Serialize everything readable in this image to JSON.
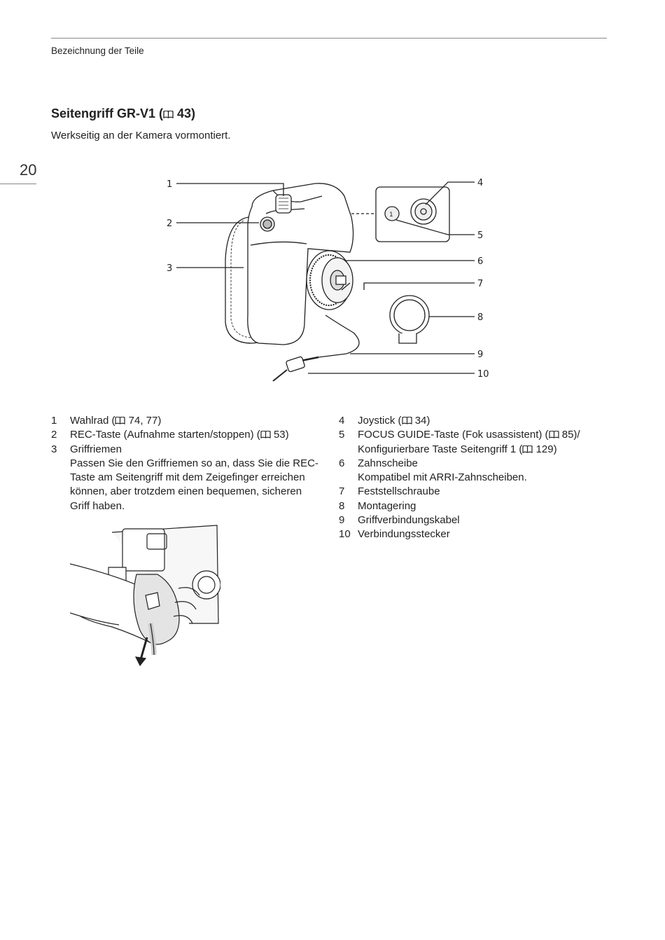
{
  "header": {
    "running_title": "Bezeichnung der Teile",
    "page_number": "20"
  },
  "section": {
    "title_prefix": "Seitengriff GR-V1 (",
    "title_ref": "43)",
    "subtitle": "Werkseitig an der Kamera vormontiert."
  },
  "figure_callouts": [
    "1",
    "2",
    "3",
    "4",
    "5",
    "6",
    "7",
    "8",
    "9",
    "10"
  ],
  "figure_inset_button_label": "1",
  "parts_left": [
    {
      "num": "1",
      "pre": "Wahlrad (",
      "ref": "74, 77)"
    },
    {
      "num": "2",
      "pre": "REC-Taste (Aufnahme starten/stoppen) (",
      "ref": "53)"
    },
    {
      "num": "3",
      "pre": "Griffriemen",
      "ref": "",
      "note": "Passen Sie den Griffriemen so an, dass Sie die REC-Taste am Seitengriff mit dem Zeigefinger erreichen können, aber trotzdem einen bequemen, sicheren Griff haben."
    }
  ],
  "parts_right": [
    {
      "num": "4",
      "pre": "Joystick (",
      "ref": "34)"
    },
    {
      "num": "5",
      "pre": "FOCUS GUIDE-Taste (Fok usassistent) (",
      "ref": "85)/",
      "line2_pre": "Konfigurierbare Taste Seitengriff 1 (",
      "line2_ref": "129)"
    },
    {
      "num": "6",
      "pre": "Zahnscheibe",
      "ref": "",
      "note": "Kompatibel mit ARRI-Zahnscheiben."
    },
    {
      "num": "7",
      "pre": "Feststellschraube",
      "ref": ""
    },
    {
      "num": "8",
      "pre": "Montagering",
      "ref": ""
    },
    {
      "num": "9",
      "pre": "Griffverbindungskabel",
      "ref": ""
    },
    {
      "num": "10",
      "pre": "Verbindungsstecker",
      "ref": ""
    }
  ]
}
